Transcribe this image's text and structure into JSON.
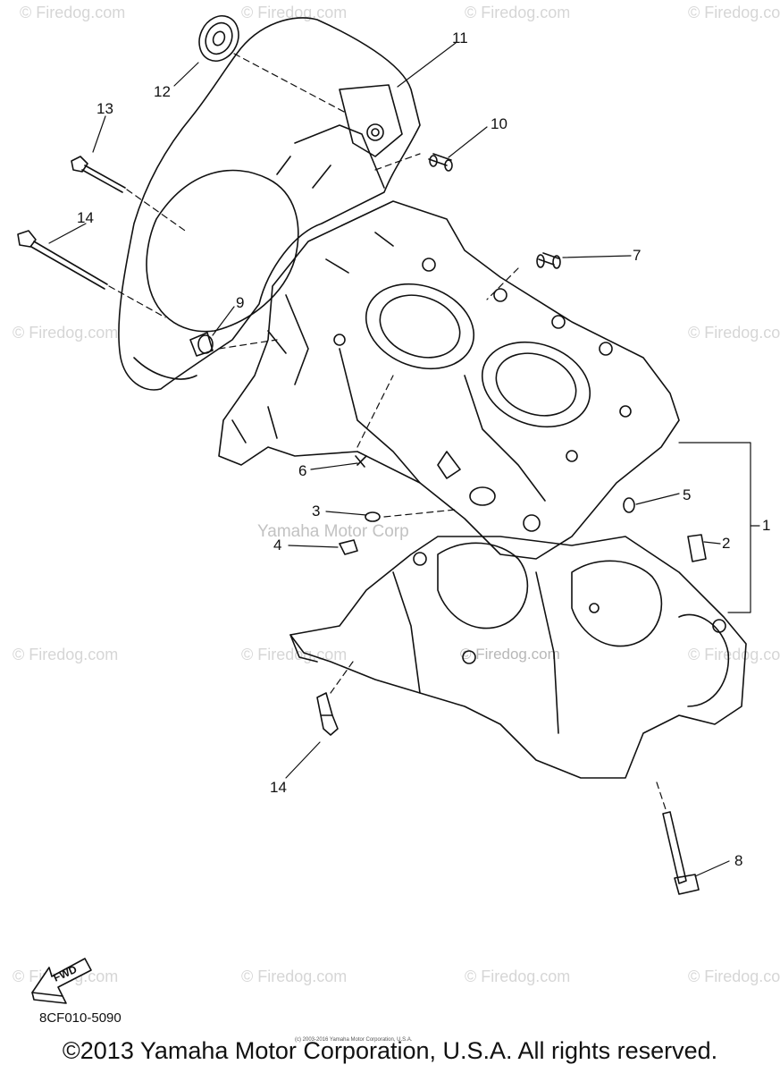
{
  "watermark": "© Firedog.com",
  "watermark_center": "© Firedog.com",
  "watermark_brand": "Yamaha Motor Corp",
  "fwd_label": "FWD",
  "diagram_code": "8CF010-5090",
  "tiny_credit": "(c) 2003-2016 Yamaha Motor Corporation, U.S.A.",
  "copyright": "©2013 Yamaha Motor Corporation, U.S.A. All rights reserved.",
  "callouts": {
    "c1": "1",
    "c2": "2",
    "c3": "3",
    "c4": "4",
    "c5": "5",
    "c6": "6",
    "c7": "7",
    "c8": "8",
    "c9": "9",
    "c10": "10",
    "c11": "11",
    "c12": "12",
    "c13": "13",
    "c14a": "14",
    "c14b": "14"
  }
}
